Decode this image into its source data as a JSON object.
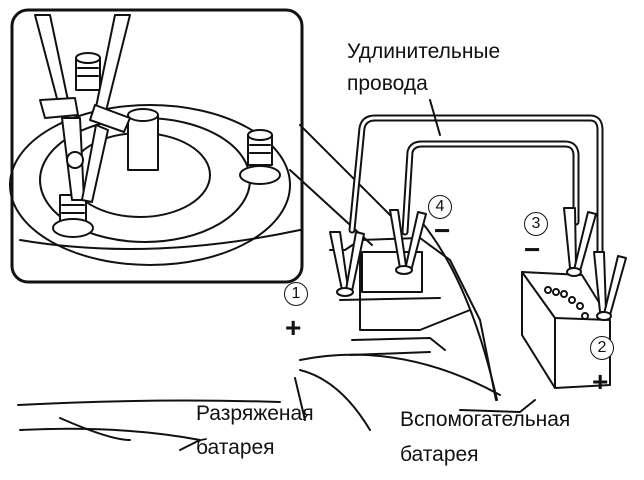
{
  "labels": {
    "extension_wires": [
      "Удлинительные",
      "провода"
    ],
    "discharged_battery": [
      "Разряженая",
      "батарея"
    ],
    "auxiliary_battery": [
      "Вспомогательная",
      "батарея"
    ]
  },
  "steps": [
    "1",
    "2",
    "3",
    "4"
  ],
  "polarity": {
    "step1": "+",
    "step2": "+",
    "step3": "−",
    "step4": "−"
  }
}
